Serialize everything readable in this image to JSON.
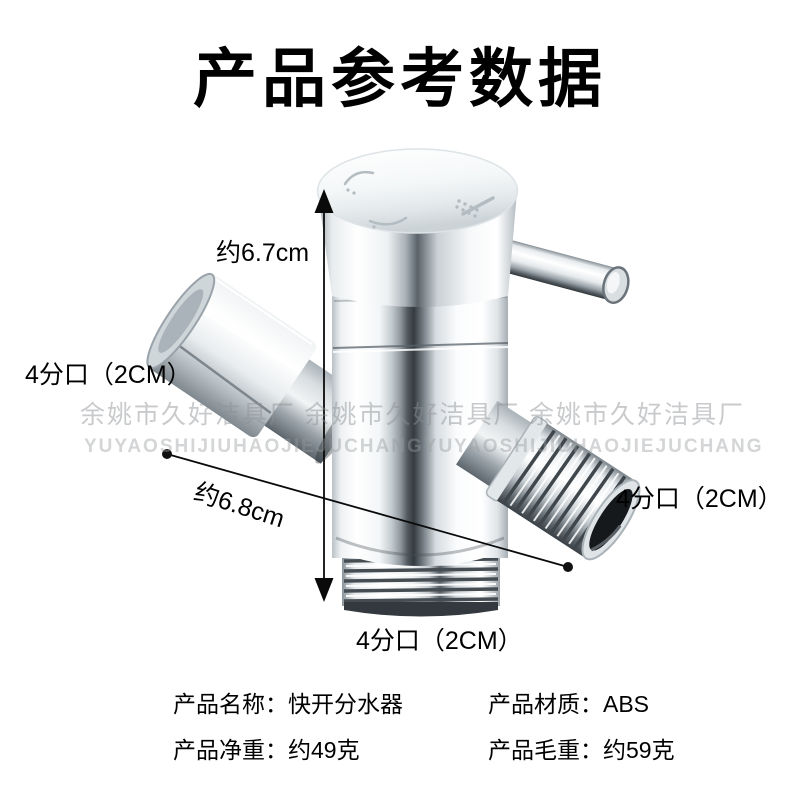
{
  "title": "产品参考数据",
  "dimensions": {
    "height": "约6.7cm",
    "width": "约6.8cm"
  },
  "ports": {
    "left": "4分口（2CM）",
    "right": "4分口（2CM）",
    "bottom": "4分口（2CM）"
  },
  "watermark": {
    "cn": "余姚市久好洁具厂",
    "en": "YUYAOSHIJIUHAOJIEJUCHANG"
  },
  "specs": [
    {
      "label": "产品名称：",
      "value": "快开分水器"
    },
    {
      "label": "产品材质：",
      "value": "ABS"
    },
    {
      "label": "产品净重：",
      "value": "约49克"
    },
    {
      "label": "产品毛重：",
      "value": "约59克"
    }
  ],
  "colors": {
    "text": "#000000",
    "watermark": "#c5c9cb",
    "dimension_line": "#0a0a0a",
    "chrome_light": "#ffffff",
    "chrome_dark": "#343b40"
  }
}
